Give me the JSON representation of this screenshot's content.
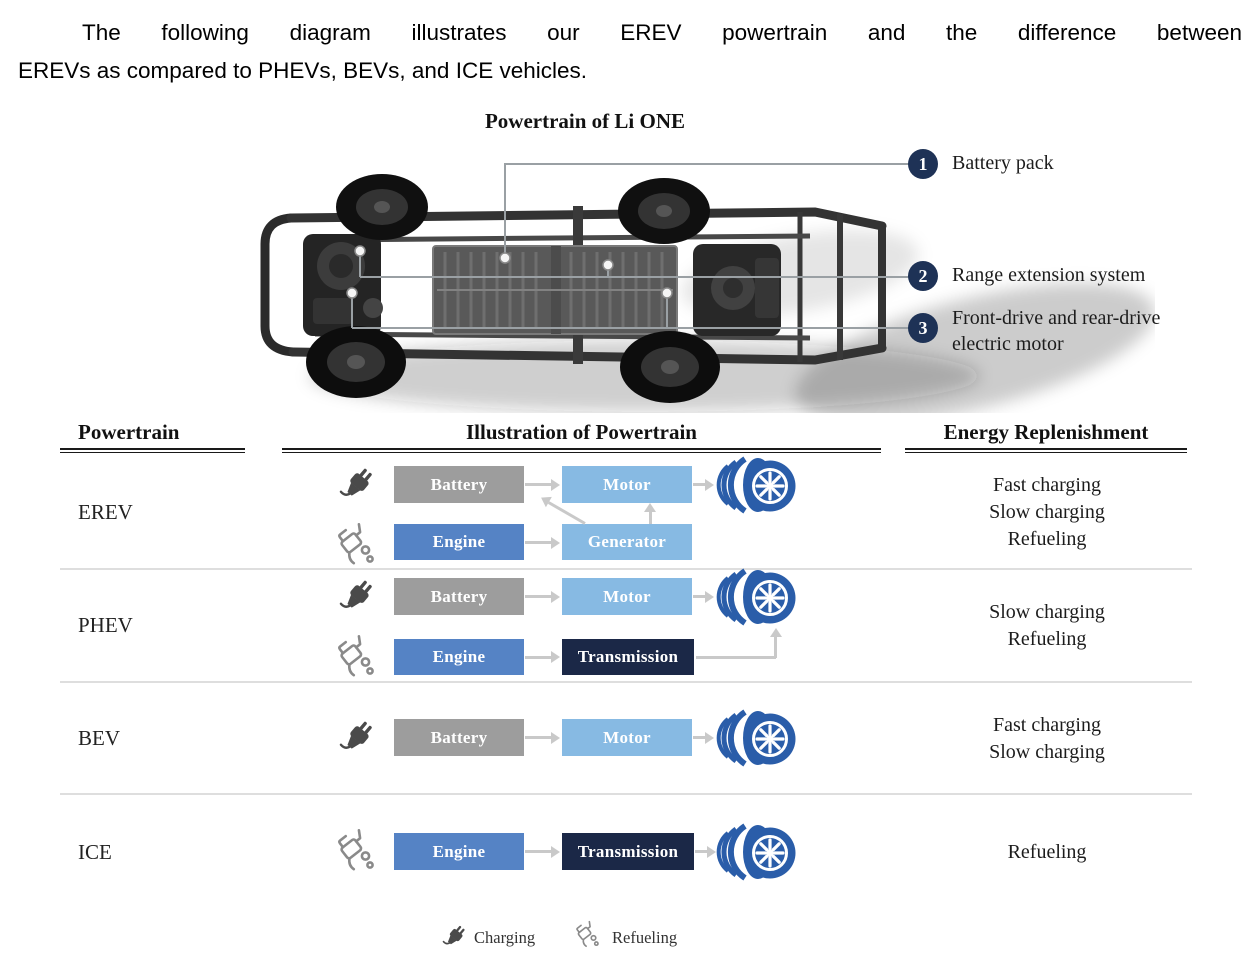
{
  "intro": {
    "lines": [
      "The following diagram illustrates our EREV powertrain and the difference between",
      "EREVs as compared to PHEVs, BEVs, and ICE vehicles."
    ]
  },
  "diagram": {
    "title": "Powertrain of Li ONE",
    "callouts": [
      {
        "num": "1",
        "lines": [
          "Battery pack"
        ]
      },
      {
        "num": "2",
        "lines": [
          "Range extension system"
        ]
      },
      {
        "num": "3",
        "lines": [
          "Front-drive and rear-drive",
          "electric motor"
        ]
      }
    ]
  },
  "table": {
    "headers": {
      "powertrain": "Powertrain",
      "illustration": "Illustration of Powertrain",
      "energy": "Energy Replenishment"
    },
    "box_labels": {
      "battery": "Battery",
      "motor": "Motor",
      "engine": "Engine",
      "generator": "Generator",
      "transmission": "Transmission"
    },
    "rows": [
      {
        "name": "EREV",
        "energy": [
          "Fast charging",
          "Slow charging",
          "Refueling"
        ]
      },
      {
        "name": "PHEV",
        "energy": [
          "Slow charging",
          "Refueling"
        ]
      },
      {
        "name": "BEV",
        "energy": [
          "Fast charging",
          "Slow charging"
        ]
      },
      {
        "name": "ICE",
        "energy": [
          "Refueling"
        ]
      }
    ]
  },
  "legend": {
    "charging": "Charging",
    "refueling": "Refueling"
  },
  "colors": {
    "callout_navy": "#1e3256",
    "battery_gray": "#9d9d9d",
    "light_blue": "#87bae3",
    "engine_blue": "#5583c5",
    "transmission_navy": "#1b2847",
    "wheel_blue": "#2a5da9",
    "arrow_gray": "#c9c9c9"
  }
}
